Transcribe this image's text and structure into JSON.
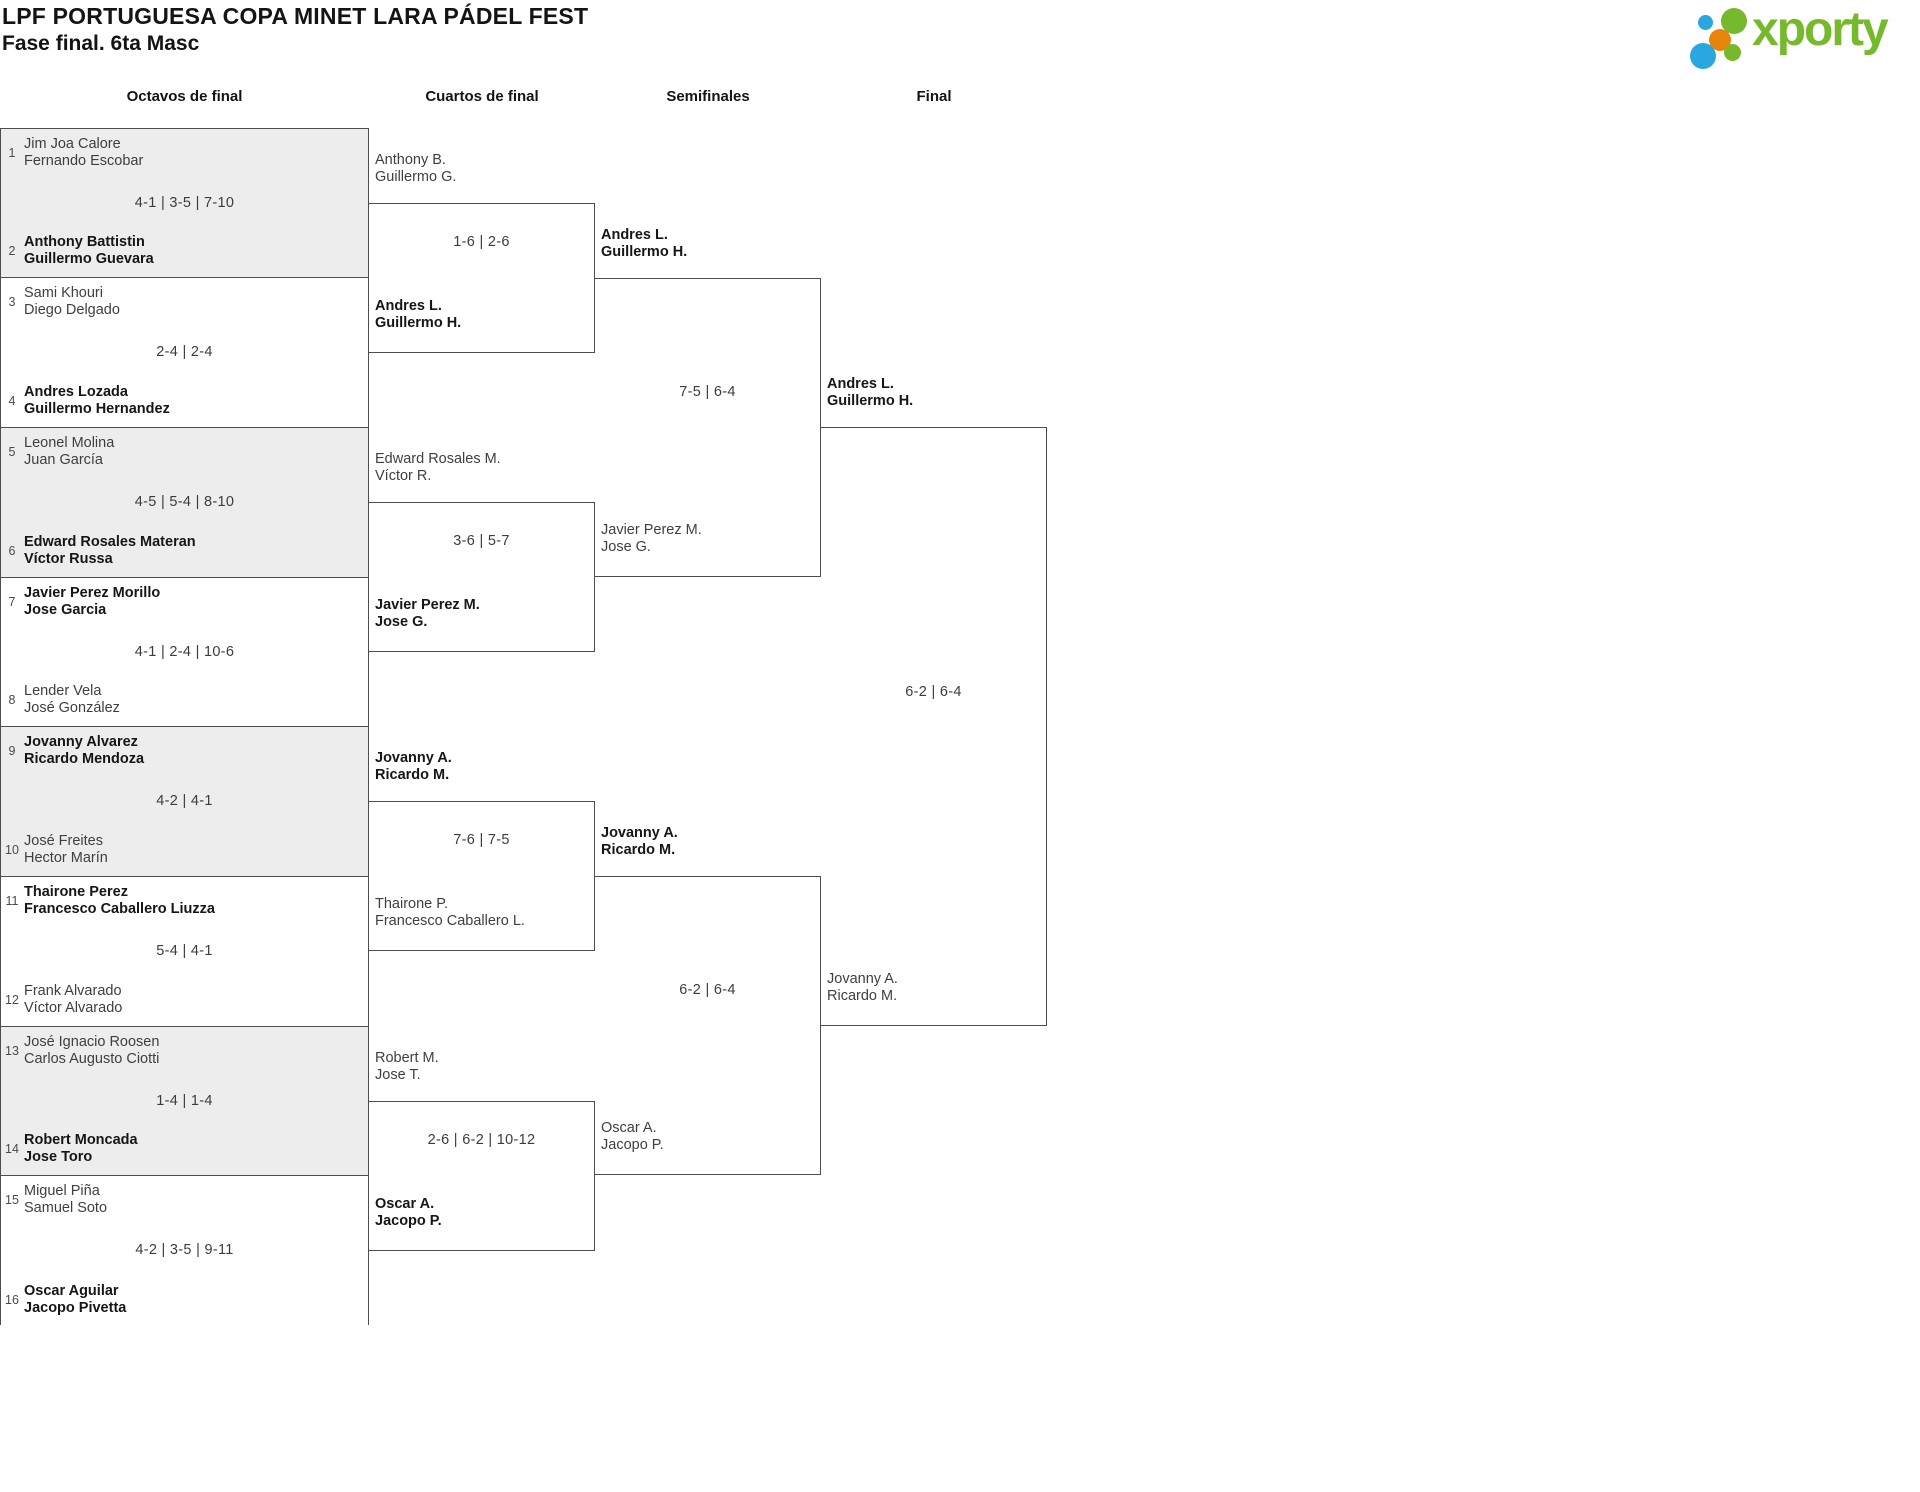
{
  "header": {
    "title": "LPF PORTUGUESA COPA MINET LARA PÁDEL FEST",
    "subtitle": "Fase final. 6ta Masc",
    "logo_text": "xporty"
  },
  "rounds": [
    "Octavos de final",
    "Cuartos de final",
    "Semifinales",
    "Final"
  ],
  "octavos": {
    "matches": [
      {
        "seed_top": "1",
        "team_top": [
          "Jim Joa Calore",
          "Fernando Escobar"
        ],
        "top_winner": false,
        "score": "4-1 | 3-5 | 7-10",
        "seed_bottom": "2",
        "team_bottom": [
          "Anthony Battistin",
          "Guillermo Guevara"
        ],
        "bottom_winner": true
      },
      {
        "seed_top": "3",
        "team_top": [
          "Sami Khouri",
          "Diego Delgado"
        ],
        "top_winner": false,
        "score": "2-4 | 2-4",
        "seed_bottom": "4",
        "team_bottom": [
          "Andres Lozada",
          "Guillermo Hernandez"
        ],
        "bottom_winner": true
      },
      {
        "seed_top": "5",
        "team_top": [
          "Leonel Molina",
          "Juan García"
        ],
        "top_winner": false,
        "score": "4-5 | 5-4 | 8-10",
        "seed_bottom": "6",
        "team_bottom": [
          "Edward Rosales Materan",
          "Víctor Russa"
        ],
        "bottom_winner": true
      },
      {
        "seed_top": "7",
        "team_top": [
          "Javier Perez Morillo",
          "Jose Garcia"
        ],
        "top_winner": true,
        "score": "4-1 | 2-4 | 10-6",
        "seed_bottom": "8",
        "team_bottom": [
          "Lender Vela",
          "José González"
        ],
        "bottom_winner": false
      },
      {
        "seed_top": "9",
        "team_top": [
          "Jovanny Alvarez",
          "Ricardo Mendoza"
        ],
        "top_winner": true,
        "score": "4-2 | 4-1",
        "seed_bottom": "10",
        "team_bottom": [
          "José Freites",
          "Hector Marín"
        ],
        "bottom_winner": false
      },
      {
        "seed_top": "11",
        "team_top": [
          "Thairone Perez",
          "Francesco Caballero Liuzza"
        ],
        "top_winner": true,
        "score": "5-4 | 4-1",
        "seed_bottom": "12",
        "team_bottom": [
          "Frank Alvarado",
          "Víctor Alvarado"
        ],
        "bottom_winner": false
      },
      {
        "seed_top": "13",
        "team_top": [
          "José Ignacio Roosen",
          "Carlos Augusto Ciotti"
        ],
        "top_winner": false,
        "score": "1-4 | 1-4",
        "seed_bottom": "14",
        "team_bottom": [
          "Robert Moncada",
          "Jose Toro"
        ],
        "bottom_winner": true
      },
      {
        "seed_top": "15",
        "team_top": [
          "Miguel Piña",
          "Samuel Soto"
        ],
        "top_winner": false,
        "score": "4-2 | 3-5 | 9-11",
        "seed_bottom": "16",
        "team_bottom": [
          "Oscar Aguilar",
          "Jacopo Pivetta"
        ],
        "bottom_winner": true
      }
    ]
  },
  "cuartos": {
    "matches": [
      {
        "team_top": [
          "Anthony B.",
          "Guillermo G."
        ],
        "top_winner": false,
        "score": "1-6 | 2-6",
        "team_bottom": [
          "Andres L.",
          "Guillermo H."
        ],
        "bottom_winner": true
      },
      {
        "team_top": [
          "Edward Rosales M.",
          "Víctor R."
        ],
        "top_winner": false,
        "score": "3-6 | 5-7",
        "team_bottom": [
          "Javier Perez M.",
          "Jose G."
        ],
        "bottom_winner": true
      },
      {
        "team_top": [
          "Jovanny A.",
          "Ricardo M."
        ],
        "top_winner": true,
        "score": "7-6 | 7-5",
        "team_bottom": [
          "Thairone P.",
          "Francesco Caballero L."
        ],
        "bottom_winner": false
      },
      {
        "team_top": [
          "Robert M.",
          "Jose T."
        ],
        "top_winner": false,
        "score": "2-6 | 6-2 | 10-12",
        "team_bottom": [
          "Oscar A.",
          "Jacopo P."
        ],
        "bottom_winner": true
      }
    ]
  },
  "semifinales": {
    "matches": [
      {
        "team_top": [
          "Andres L.",
          "Guillermo H."
        ],
        "top_winner": true,
        "score": "7-5 | 6-4",
        "team_bottom": [
          "Javier Perez M.",
          "Jose G."
        ],
        "bottom_winner": false
      },
      {
        "team_top": [
          "Jovanny A.",
          "Ricardo M."
        ],
        "top_winner": true,
        "score": "6-2 | 6-4",
        "team_bottom": [
          "Oscar A.",
          "Jacopo P."
        ],
        "bottom_winner": false
      }
    ]
  },
  "final": {
    "matches": [
      {
        "team_top": [
          "Andres L.",
          "Guillermo H."
        ],
        "top_winner": true,
        "score": "6-2 | 6-4",
        "team_bottom": [
          "Jovanny A.",
          "Ricardo M."
        ],
        "bottom_winner": false
      }
    ]
  },
  "colors": {
    "brand_green": "#76b92c",
    "brand_blue": "#2aa7df",
    "brand_orange": "#e8830c",
    "match_alt_bg": "#ededed",
    "line": "#4d4d4d"
  }
}
